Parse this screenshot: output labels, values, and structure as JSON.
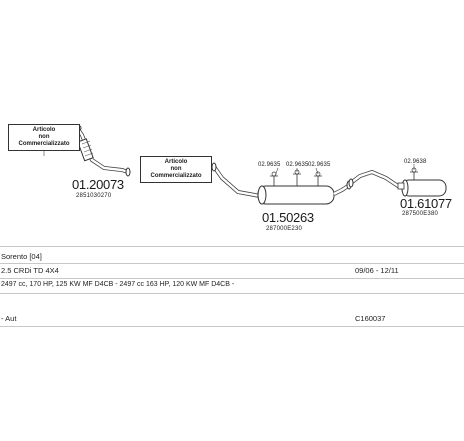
{
  "callouts": [
    {
      "line1": "Articolo",
      "line2": "non",
      "line3": "Commercializzato"
    },
    {
      "line1": "Articolo",
      "line2": "non",
      "line3": "Commercializzato"
    }
  ],
  "parts": {
    "front_pipe": {
      "part_no": "01.20073",
      "oem_no": "2851030270"
    },
    "centre_silencer": {
      "part_no": "01.50263",
      "oem_no": "287000E230"
    },
    "rear_silencer": {
      "part_no": "01.61077",
      "oem_no": "287500E380"
    }
  },
  "small_labels": {
    "hanger_a": "02.9635",
    "hanger_b": "02.9635",
    "hanger_c": "02.9635",
    "hanger_d": "02.9638"
  },
  "vehicle": {
    "model": "Sorento [04]",
    "engine": "2.5 CRDi TD 4X4",
    "years": "09/06 - 12/11",
    "specs": "2497 cc, 170 HP, 125 KW MF D4CB - 2497 cc 163 HP, 120 KW MF D4CB -",
    "transmission": "- Aut",
    "kit_code": "C160037"
  }
}
